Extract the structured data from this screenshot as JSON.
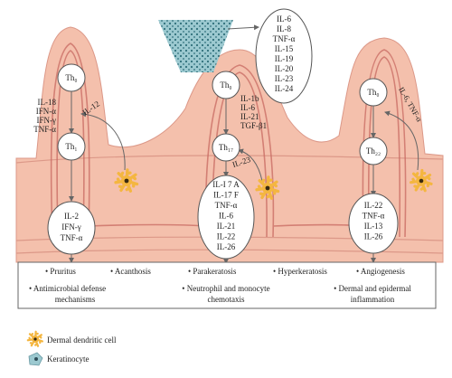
{
  "keratinocyte_cluster_cytokines": [
    "IL-6",
    "IL-8",
    "TNF-α",
    "IL-15",
    "IL-19",
    "IL-20",
    "IL-23",
    "IL-24"
  ],
  "columns": {
    "left": {
      "precursor": "Th₀",
      "side_cytokines": [
        "IL-18",
        "IFN-α",
        "IFN-γ",
        "TNF-α"
      ],
      "arrow_label": "IL-12",
      "cell": "Th₁",
      "secreted": [
        "IL-2",
        "IFN-γ",
        "TNF-α"
      ]
    },
    "middle": {
      "precursor": "Th₀",
      "side_cytokines": [
        "IL-1b",
        "IL-6",
        "IL-21",
        "TGF-β1"
      ],
      "arrow_label": "IL-23",
      "cell": "Th₁₇",
      "secreted": [
        "IL-I 7 A",
        "IL-17 F",
        "TNF-α",
        "IL-6",
        "IL-21",
        "IL-22",
        "IL-26"
      ]
    },
    "right": {
      "precursor": "Th₀",
      "arrow_label": "IL-6, TNF-α",
      "cell": "Th₂₂",
      "secreted": [
        "IL-22",
        "TNF-α",
        "IL-13",
        "IL-26"
      ]
    }
  },
  "outcomes": {
    "row1": [
      "• Pruritus",
      "• Acanthosis",
      "• Parakeratosis",
      "• Hyperkeratosis",
      "• Angiogenesis"
    ],
    "row2_left": [
      "• Antimicrobial defense",
      "mechanisms"
    ],
    "row2_middle": [
      "• Neutrophil and monocyte",
      "chemotaxis"
    ],
    "row2_right": [
      "• Dermal and epidermal",
      "inflammation"
    ]
  },
  "legend": {
    "dendritic_cell": "Dermal dendritic cell",
    "keratinocyte": "Keratinocyte"
  },
  "colors": {
    "skin": "#f4c0ac",
    "skin_dark": "#dc9888",
    "vessel": "#c86a62",
    "teal": "#9cc9d0",
    "dendritic": "#f4b640",
    "line": "#666666"
  }
}
